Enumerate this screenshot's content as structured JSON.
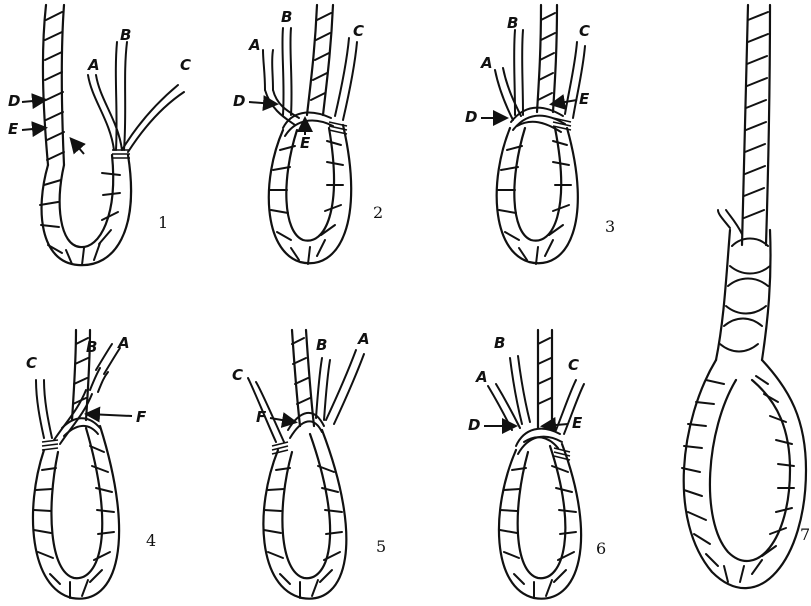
{
  "panels": [
    {
      "number": "1",
      "labels": {
        "A": "A",
        "B": "B",
        "C": "C",
        "D": "D",
        "E": "E"
      }
    },
    {
      "number": "2",
      "labels": {
        "A": "A",
        "B": "B",
        "C": "C",
        "D": "D",
        "E": "E"
      }
    },
    {
      "number": "3",
      "labels": {
        "A": "A",
        "B": "B",
        "C": "C",
        "D": "D",
        "E": "E"
      }
    },
    {
      "number": "4",
      "labels": {
        "A": "A",
        "B": "B",
        "C": "C",
        "F": "F"
      }
    },
    {
      "number": "5",
      "labels": {
        "A": "A",
        "B": "B",
        "C": "C",
        "F": "F"
      }
    },
    {
      "number": "6",
      "labels": {
        "A": "A",
        "B": "B",
        "C": "C",
        "D": "D",
        "E": "E"
      }
    },
    {
      "number": "7",
      "labels": {}
    }
  ],
  "icons": [
    "rope-eye-splice-icon"
  ]
}
